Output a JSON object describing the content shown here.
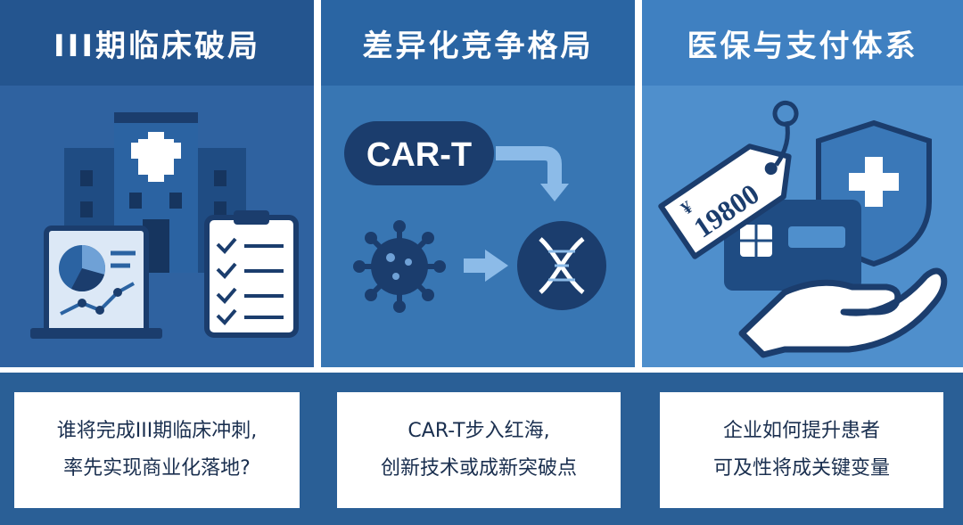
{
  "colors": {
    "panel_dark": "#24558f",
    "panel_mid": "#2a65a3",
    "panel_light": "#4f8fcc",
    "icon_navy": "#1b3d6d",
    "icon_light": "#cfe0f3",
    "text_dark": "#1a2f4f"
  },
  "panels": [
    {
      "title": "III期临床破局",
      "icons": [
        "hospital-icon",
        "laptop-chart-icon",
        "clipboard-checklist-icon"
      ],
      "caption": [
        "谁将完成III期临床冲刺,",
        "率先实现商业化落地?"
      ]
    },
    {
      "title": "差异化竞争格局",
      "pill_text": "CAR-T",
      "icons": [
        "car-t-pill",
        "virus-icon",
        "dna-icon",
        "arrow-right-icon",
        "arrow-down-icon"
      ],
      "caption": [
        "CAR-T步入红海,",
        "创新技术或成新突破点"
      ]
    },
    {
      "title": "医保与支付体系",
      "price_tag": {
        "currency": "¥",
        "amount": "19800"
      },
      "icons": [
        "price-tag-icon",
        "shield-cross-icon",
        "insurance-card-icon",
        "open-hand-icon"
      ],
      "caption": [
        "企业如何提升患者",
        "可及性将成关键变量"
      ]
    }
  ]
}
